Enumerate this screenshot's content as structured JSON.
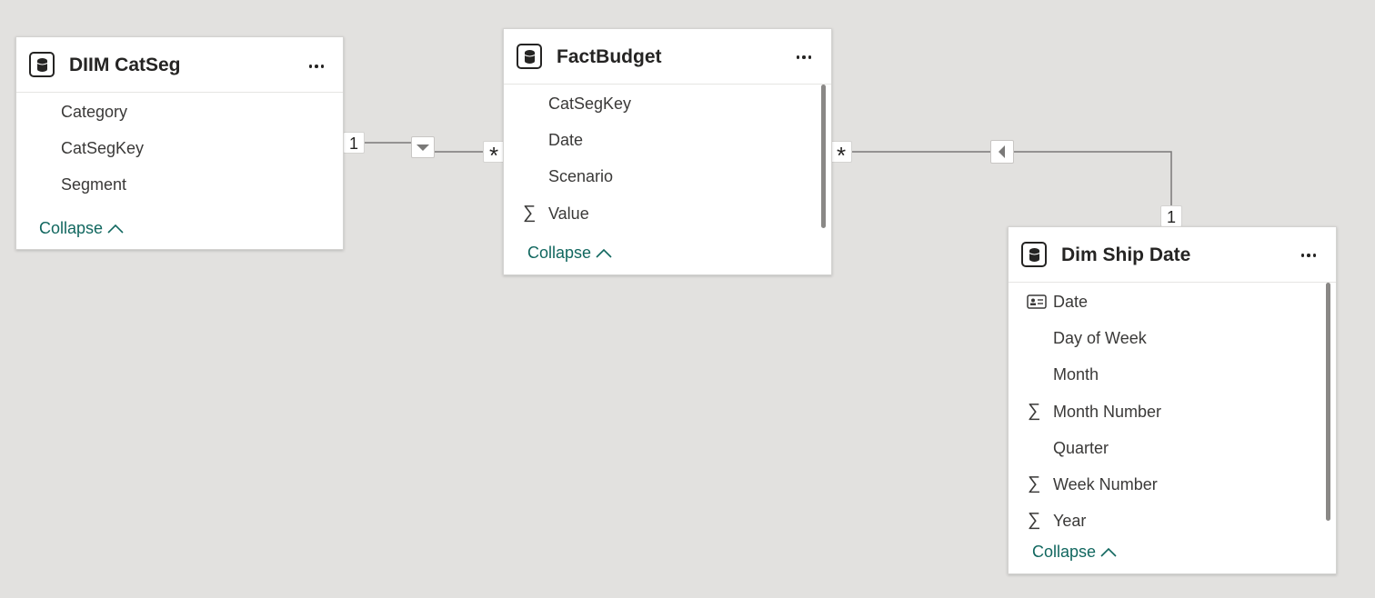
{
  "tables": {
    "catseg": {
      "title": "DIIM CatSeg",
      "fields": [
        "Category",
        "CatSegKey",
        "Segment"
      ],
      "collapse_label": "Collapse"
    },
    "factbudget": {
      "title": "FactBudget",
      "fields": [
        "CatSegKey",
        "Date",
        "Scenario",
        "Value"
      ],
      "collapse_label": "Collapse"
    },
    "dimshipdate": {
      "title": "Dim Ship Date",
      "fields": [
        "Date",
        "Day of Week",
        "Month",
        "Month Number",
        "Quarter",
        "Week Number",
        "Year"
      ],
      "collapse_label": "Collapse"
    }
  },
  "relationships": {
    "rel1": {
      "from_cardinality": "1",
      "to_cardinality": "*",
      "filter_direction": "down"
    },
    "rel2": {
      "from_cardinality": "*",
      "to_cardinality": "1",
      "filter_direction": "left"
    }
  },
  "icons": {
    "sum": "∑",
    "table": "database-icon",
    "more": "more-options-icon",
    "chevron": "chevron-up-icon",
    "date_hierarchy": "id-card-icon"
  },
  "colors": {
    "canvas": "#e2e1df",
    "link": "#11675f",
    "line": "#7a7978"
  }
}
